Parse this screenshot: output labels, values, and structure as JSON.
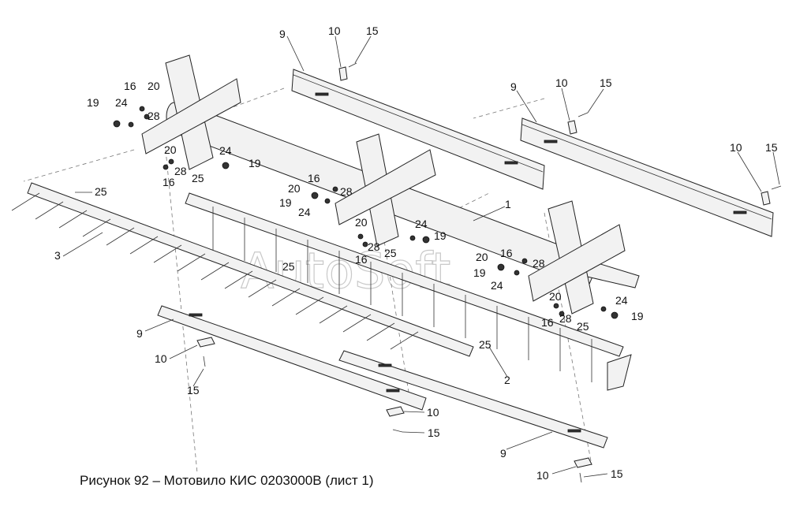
{
  "caption": "Рисунок 92 – Мотовило КИС 0203000В (лист 1)",
  "watermark": "AutoSoft",
  "callouts": [
    "1",
    "2",
    "3",
    "9",
    "10",
    "15",
    "16",
    "19",
    "20",
    "24",
    "25",
    "28"
  ]
}
